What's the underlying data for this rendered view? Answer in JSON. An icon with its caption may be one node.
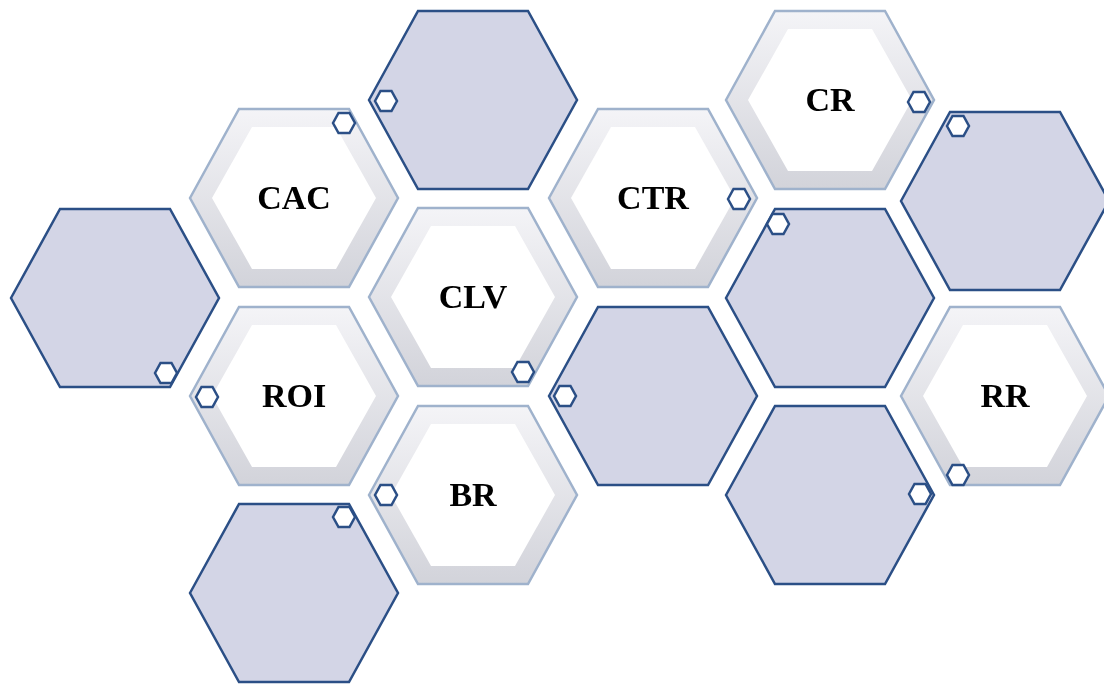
{
  "diagram": {
    "nodes": [
      {
        "text": [],
        "shape": "hexagon"
      },
      {
        "text": [
          "CR"
        ]
      },
      {
        "text": [
          "CAC"
        ]
      },
      {
        "text": [
          "CTR"
        ]
      },
      {
        "text": [],
        "shape": "hexagon"
      },
      {
        "text": [],
        "shape": "hexagon"
      },
      {
        "text": [
          "CLV"
        ]
      },
      {
        "text": [],
        "shape": "hexagon"
      },
      {
        "text": [
          "ROI"
        ]
      },
      {
        "text": [],
        "shape": "hexagon"
      },
      {
        "text": [
          "RR"
        ]
      },
      {
        "text": [
          "BR"
        ]
      },
      {
        "text": [],
        "shape": "hexagon"
      },
      {
        "text": [],
        "shape": "hexagon"
      }
    ]
  }
}
